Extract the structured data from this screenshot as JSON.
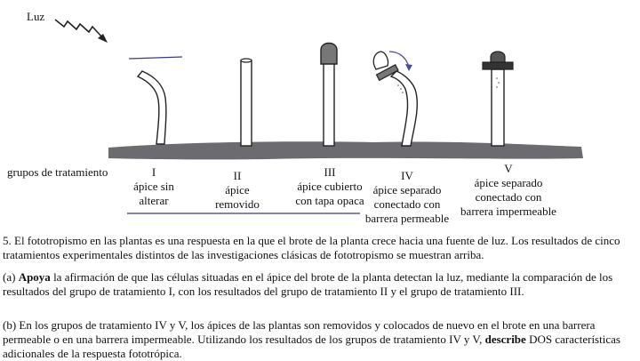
{
  "figure": {
    "light_label": "Luz",
    "row_label": "grupos de tratamiento",
    "groups": [
      {
        "numeral": "I",
        "line1": "ápice sin",
        "line2": "alterar"
      },
      {
        "numeral": "II",
        "line1": "ápice",
        "line2": "removido"
      },
      {
        "numeral": "III",
        "line1": "ápice cubierto",
        "line2": "con tapa opaca"
      },
      {
        "numeral": "IV",
        "line1": "ápice separado",
        "line2": "conectado con",
        "line3": "barrera permeable"
      },
      {
        "numeral": "V",
        "line1": "ápice separado",
        "line2": "conectado con",
        "line3": "barrera impermeable"
      }
    ]
  },
  "question": {
    "intro": "5. El fototropismo en las plantas es una respuesta en la que el brote de la planta crece hacia una fuente de luz. Los resultados de cinco tratamientos experimentales distintos de las investigaciones clásicas de fototropismo se muestran arriba.",
    "part_a": {
      "prefix": "(a) ",
      "verb": "Apoya",
      "rest": " la afirmación de que las células situadas en  el ápice del brote de la planta detectan la luz, mediante la comparación de los resultados del grupo de tratamiento I, con los resultados del grupo de tratamiento II y el grupo de tratamiento III."
    },
    "part_b": {
      "text": "(b) En los grupos de tratamiento IV y V, los ápices de las plantas son removidos y colocados de nuevo en el brote en una barrera permeable o en una barrera impermeable. Utilizando los resultados de los grupos de tratamiento IV y V, ",
      "verb": "describe",
      "rest": " DOS características adicionales de la respuesta fototrópica."
    }
  },
  "colors": {
    "soil": "#6b6b70",
    "ink": "#222222",
    "underline": "#3a3a8a",
    "cap": "#777777",
    "curve_arrow": "#4b4b9a"
  }
}
